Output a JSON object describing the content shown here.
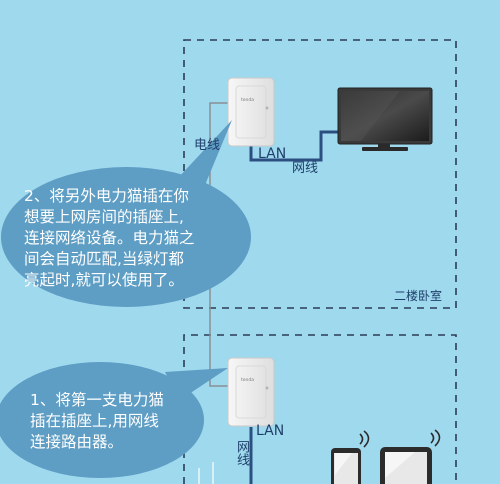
{
  "labels": {
    "power_line": "电线",
    "lan_top": "LAN",
    "network_cable_top": "网线",
    "lan_bottom": "LAN",
    "network_cable_bottom": "网线",
    "room_label": "二楼卧室"
  },
  "bubbles": {
    "top": {
      "lines": [
        "2、将另外电力猫插在你",
        "想要上网房间的插座上,",
        "连接网络设备。电力猫之",
        "间会自动匹配,当绿灯都",
        "亮起时,就可以使用了。"
      ]
    },
    "bottom": {
      "lines": [
        "1、将第一支电力猫",
        "插在插座上,用网线",
        "连接路由器。"
      ]
    }
  },
  "devices": {
    "plug_brand": "tenda"
  },
  "colors": {
    "background": "#9fd9ee",
    "bubble": "#5e9dc4",
    "cable": "#2b4f80",
    "dashed": "#2b3c55",
    "wire": "#8a8f96"
  }
}
